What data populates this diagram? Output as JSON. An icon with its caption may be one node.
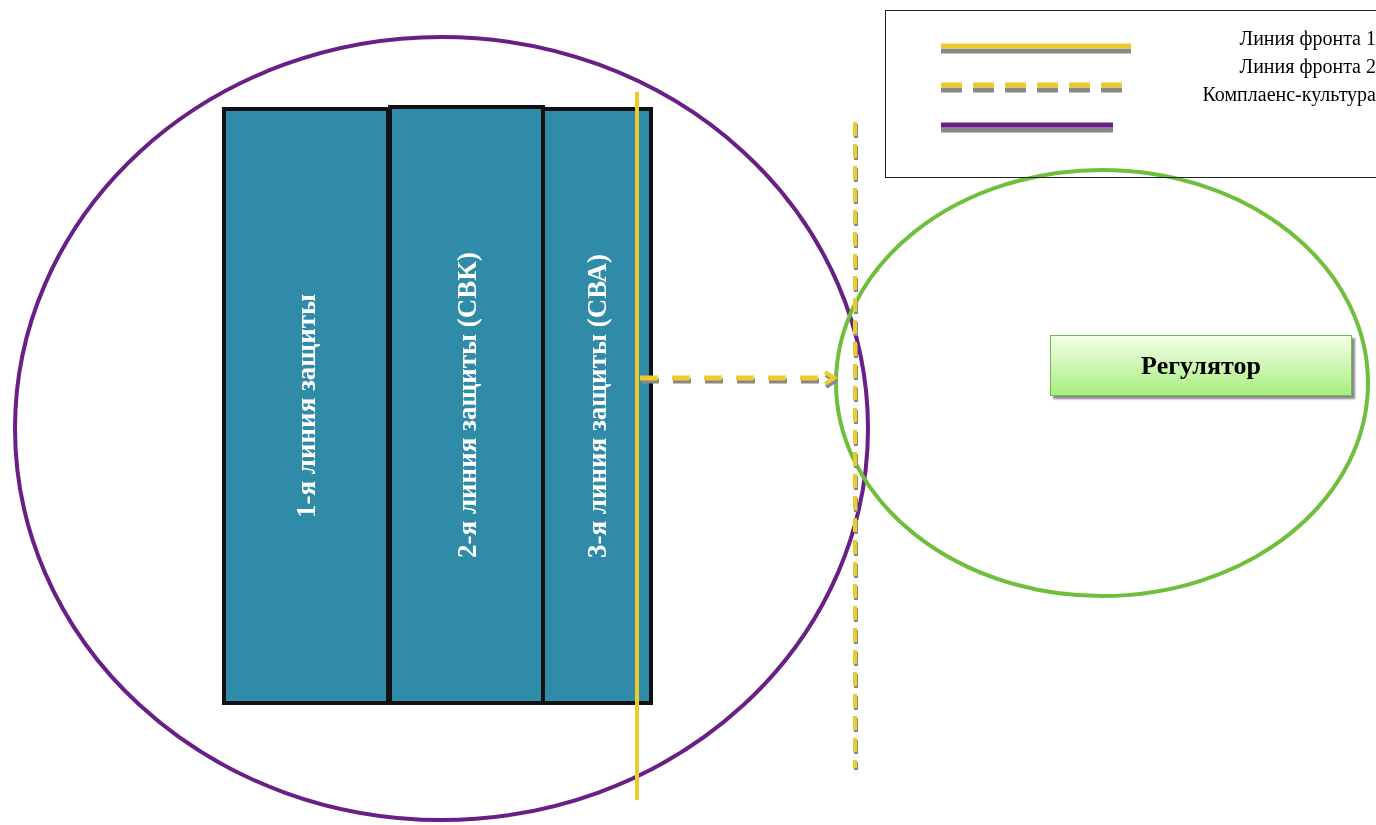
{
  "diagram": {
    "nodes": [
      {
        "text": [],
        "shape": "circle"
      },
      {
        "text": [
          "1-я линия защиты"
        ],
        "in": 0
      },
      {
        "text": [
          "2-я линия защиты (СВК)"
        ],
        "in": 0
      },
      {
        "text": [
          "3-я линия защиты (СВА)"
        ],
        "in": 0
      },
      {
        "text": [],
        "shape": "circle"
      },
      {
        "text": [
          "Регулятор"
        ],
        "in": 4
      }
    ],
    "edges": [
      {
        "from": 3,
        "to": 4,
        "arrow": "to",
        "style": "dashed"
      }
    ],
    "legend": [
      {
        "text": "Линия фронта 1"
      },
      {
        "text": "Линия фронта 2"
      },
      {
        "text": "Комплаенс-культура"
      }
    ]
  }
}
